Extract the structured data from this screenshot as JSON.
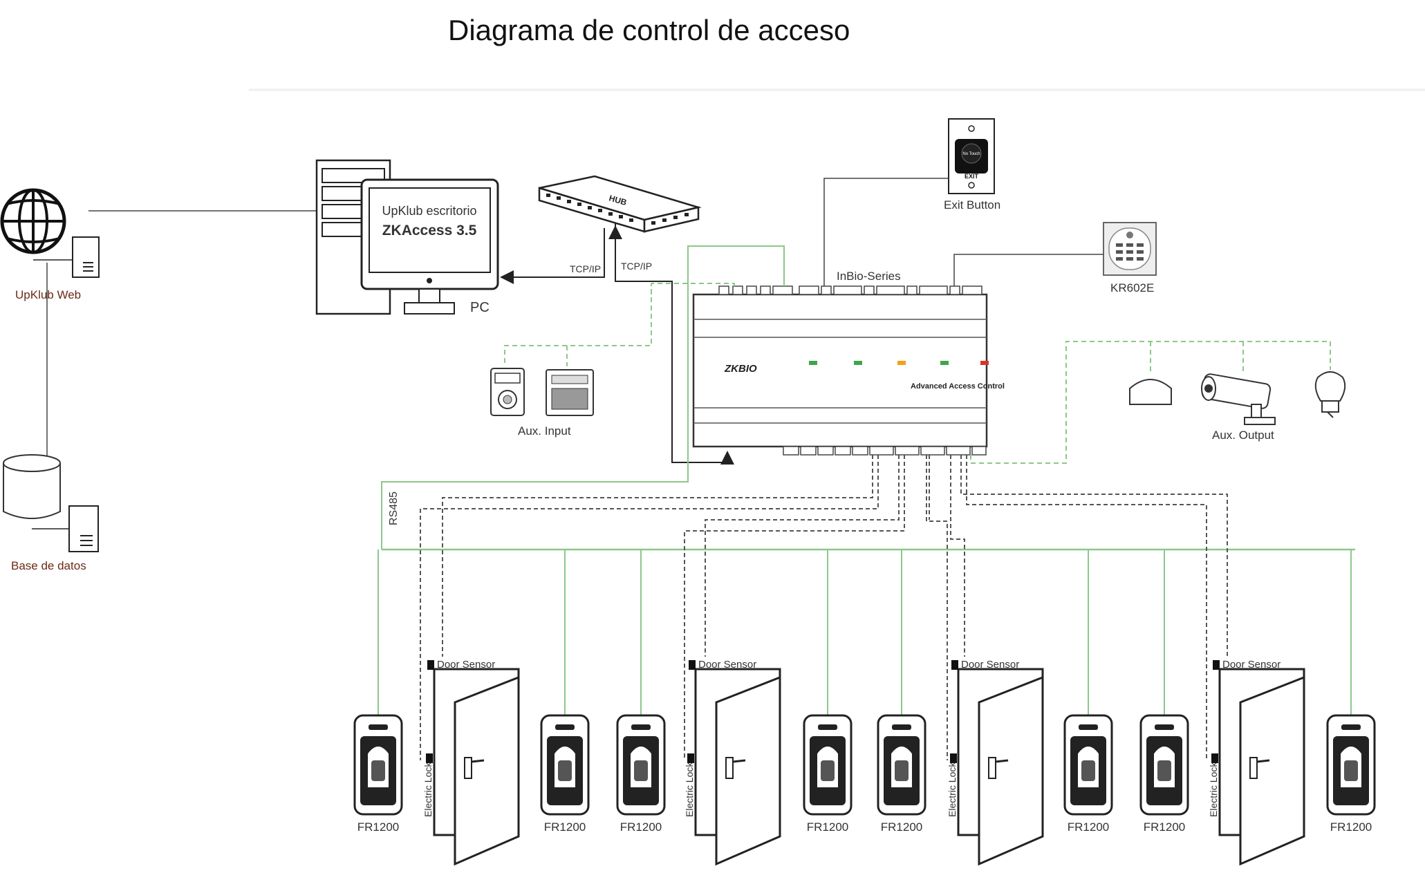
{
  "title": "Diagrama de control de acceso",
  "web": {
    "label": "UpKlub Web"
  },
  "db": {
    "label": "Base de datos"
  },
  "pc": {
    "screen_line1": "UpKlub escritorio",
    "screen_line2": "ZKAccess 3.5",
    "label": "PC"
  },
  "hub": {
    "label": "HUB",
    "link_left": "TCP/IP",
    "link_right": "TCP/IP"
  },
  "exit_button": {
    "label": "Exit Button",
    "face_top": "No Touch",
    "face_bottom": "EXIT"
  },
  "keypad": {
    "label": "KR602E"
  },
  "controller": {
    "series": "InBio-Series",
    "brand": "ZKBIO",
    "caption": "Advanced Access Control"
  },
  "aux_input": {
    "label": "Aux. Input"
  },
  "aux_output": {
    "label": "Aux. Output"
  },
  "bus": {
    "label": "RS485"
  },
  "readers": [
    "FR1200",
    "FR1200",
    "FR1200",
    "FR1200",
    "FR1200",
    "FR1200",
    "FR1200",
    "FR1200"
  ],
  "doors": [
    {
      "sensor": "Door Sensor",
      "lock": "Electric Lock"
    },
    {
      "sensor": "Door Sensor",
      "lock": "Electric Lock"
    },
    {
      "sensor": "Door Sensor",
      "lock": "Electric Lock"
    },
    {
      "sensor": "Door Sensor",
      "lock": "Electric Lock"
    }
  ],
  "colors": {
    "bus_green": "#8cc78a",
    "line_gray": "#444444",
    "label_brown": "#6b2a16"
  }
}
